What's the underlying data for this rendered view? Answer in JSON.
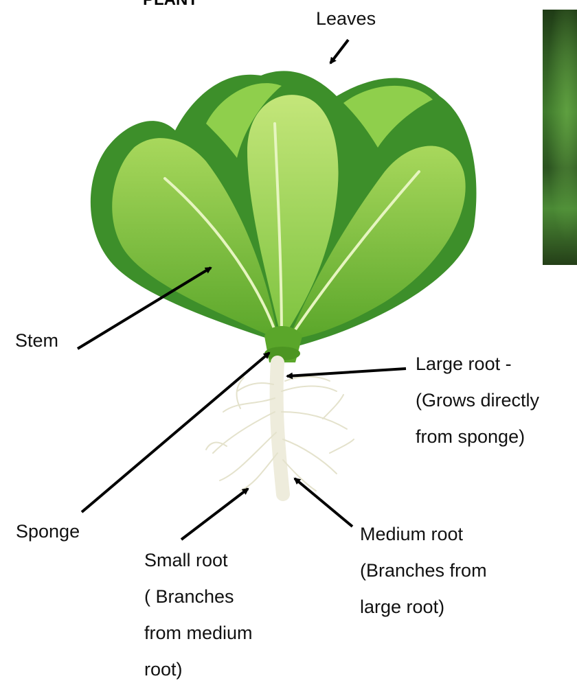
{
  "title": "PLANT",
  "labels": {
    "leaves": "Leaves",
    "stem": "Stem",
    "sponge": "Sponge",
    "large_root": [
      "Large root -",
      "(Grows directly",
      "from sponge)"
    ],
    "medium_root": [
      "Medium root",
      "(Branches from",
      "large root)"
    ],
    "small_root": [
      "Small root",
      "( Branches",
      "from medium",
      "root)"
    ]
  },
  "colors": {
    "leaf_dark": "#3d8f2a",
    "leaf_mid": "#72bb3a",
    "leaf_light": "#b6e06a",
    "stem": "#5aa62a",
    "root": "#efeede",
    "arrow": "#000000"
  }
}
